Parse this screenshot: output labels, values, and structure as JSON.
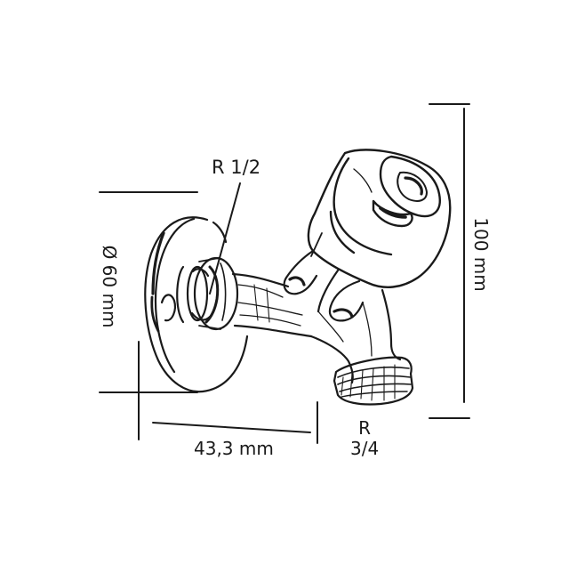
{
  "labels": {
    "inlet_thread": "R 1/2",
    "outlet_thread_top": "R",
    "outlet_thread_bottom": "3/4",
    "projection": "43,3 mm",
    "rosette_diameter": "Ø 60 mm",
    "height": "100 mm"
  },
  "colors": {
    "line": "#1a1a1a",
    "background": "#ffffff"
  }
}
